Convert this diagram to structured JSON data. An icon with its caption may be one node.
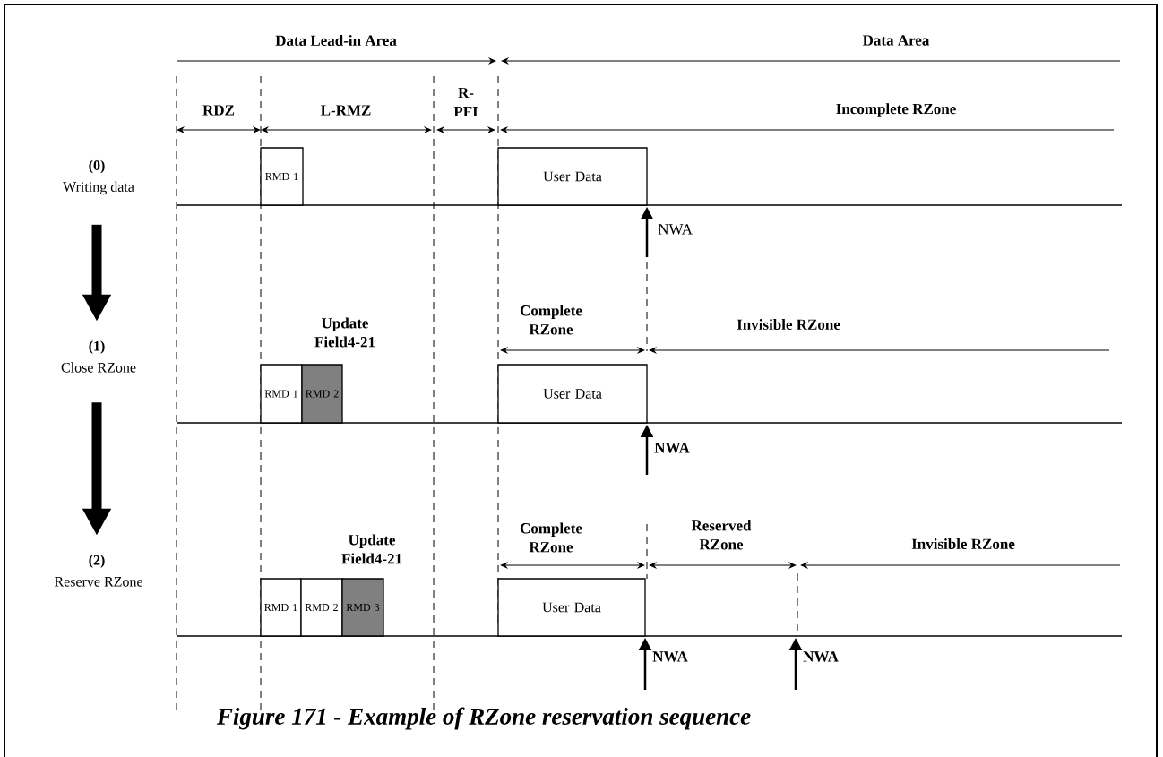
{
  "diagram": {
    "caption": "Figure 171 - Example of RZone reservation sequence",
    "nodes": [
      {
        "text": [
          "(0)",
          "Writing data"
        ]
      },
      {
        "text": [
          "RMD 1"
        ]
      },
      {
        "text": [
          "User Data"
        ]
      },
      {
        "text": [
          "(1)",
          "Close RZone"
        ]
      },
      {
        "text": [
          "RMD 1"
        ]
      },
      {
        "text": [
          "RMD 2"
        ]
      },
      {
        "text": [
          "User Data"
        ]
      },
      {
        "text": [
          "(2)",
          "Reserve RZone"
        ]
      },
      {
        "text": [
          "RMD 1"
        ]
      },
      {
        "text": [
          "RMD 2"
        ]
      },
      {
        "text": [
          "RMD 3"
        ]
      },
      {
        "text": [
          "User Data"
        ]
      }
    ],
    "edges": [
      {
        "from": 0,
        "to": 3,
        "arrow": "to"
      },
      {
        "from": 3,
        "to": 7,
        "arrow": "to"
      }
    ],
    "labels": [
      "Data Lead-in Area",
      "Data Area",
      "RDZ",
      "L-RMZ",
      "R- PFI",
      "Incomplete RZone",
      "NWA",
      "Update Field4-21",
      "Complete RZone",
      "Invisible RZone",
      "NWA",
      "Update Field4-21",
      "Complete RZone",
      "Reserved RZone",
      "Invisible RZone",
      "NWA",
      "NWA"
    ]
  }
}
